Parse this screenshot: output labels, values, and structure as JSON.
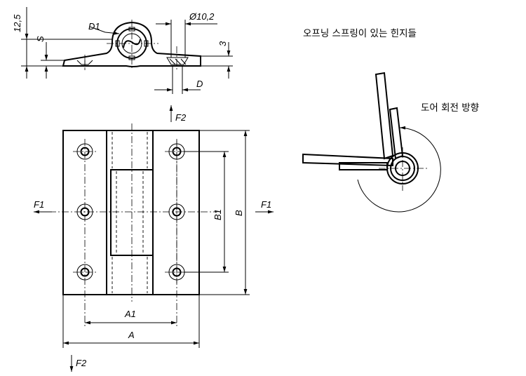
{
  "labels": {
    "title": "오프닝 스프링이 있는 힌지들",
    "rotation": "도어 회전 방향"
  },
  "dimensions": {
    "d1": "D1",
    "d10_2": "Ø10,2",
    "dim_12_5": "12,5",
    "s": "S",
    "three": "3",
    "d": "D",
    "f1_left": "F1",
    "f1_right": "F1",
    "f2_top": "F2",
    "f2_bottom": "F2",
    "a": "A",
    "a1": "A1",
    "b": "B",
    "b1": "B1"
  }
}
